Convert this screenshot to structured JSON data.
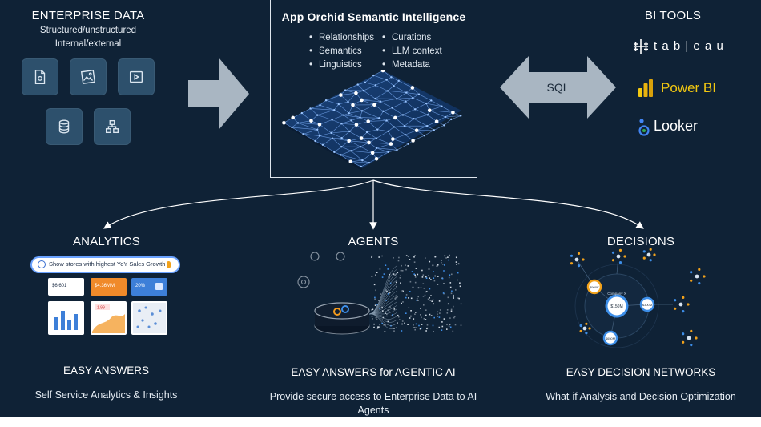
{
  "enterprise_data": {
    "title": "ENTERPRISE DATA",
    "line1": "Structured/unstructured",
    "line2": "Internal/external",
    "icons": [
      "document-icon",
      "image-icon",
      "video-icon",
      "database-icon",
      "network-icon"
    ]
  },
  "center": {
    "title": "App Orchid Semantic Intelligence",
    "bullets_left": [
      "Relationships",
      "Semantics",
      "Linguistics"
    ],
    "bullets_right": [
      "Curations",
      "LLM context",
      "Metadata"
    ]
  },
  "sql": {
    "label": "SQL"
  },
  "bi_tools": {
    "title": "BI TOOLS",
    "tableau": "t a b | e a u",
    "powerbi": "Power BI",
    "looker": "Looker"
  },
  "analytics": {
    "title": "ANALYTICS",
    "search_text": "Show stores with highest YoY Sales Growth",
    "kpi1": "$6,601",
    "kpi2": "$4.36MM",
    "kpi3": "20%",
    "kpi4": "1.99",
    "heading": "EASY ANSWERS",
    "description": "Self Service Analytics & Insights"
  },
  "agents": {
    "title": "AGENTS",
    "heading": "EASY ANSWERS for AGENTIC AI",
    "description": "Provide secure access to Enterprise Data to AI Agents"
  },
  "decisions": {
    "title": "DECISIONS",
    "center_label": "Company X",
    "center_value": "$150M",
    "node_a": "$900K",
    "node_b": "$300M",
    "node_c": "$650M",
    "heading": "EASY DECISION NETWORKS",
    "description": "What-if Analysis and Decision Optimization"
  },
  "colors": {
    "background": "#0f2236",
    "tile": "#2d506c",
    "arrow": "#a9b6c2",
    "powerbi": "#f2c811",
    "accent_blue": "#3b82f6"
  }
}
